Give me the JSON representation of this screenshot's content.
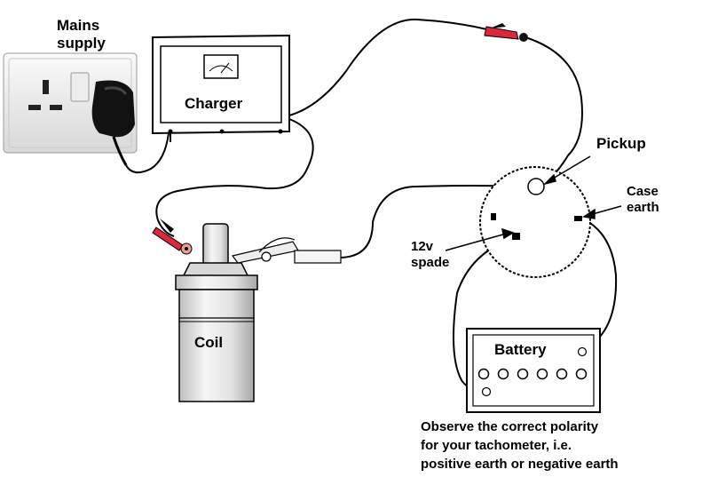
{
  "labels": {
    "mains_supply_line1": "Mains",
    "mains_supply_line2": "supply",
    "charger": "Charger",
    "pickup": "Pickup",
    "case_earth_line1": "Case",
    "case_earth_line2": "earth",
    "spade_line1": "12v",
    "spade_line2": "spade",
    "battery": "Battery",
    "coil": "Coil"
  },
  "note": {
    "line1": "Observe the correct polarity",
    "line2": "for your tachometer, i.e.",
    "line3": "positive earth or negative earth"
  },
  "colors": {
    "wire": "#000000",
    "clip_red": "#d9283a",
    "plug_black": "#111111",
    "socket": "#f2f2f2",
    "coil_gray": "#e8e8e8"
  }
}
